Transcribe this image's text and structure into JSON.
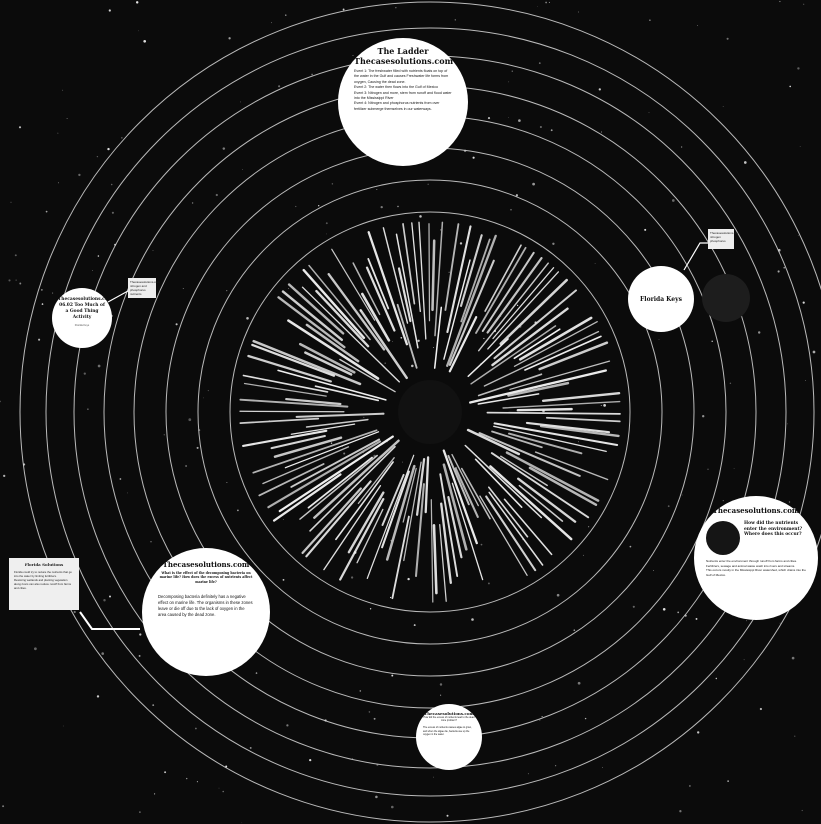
{
  "colors": {
    "background": "#0b0b0b",
    "orbit": "#d9d9d9",
    "bubble": "#ffffff",
    "ink": "#111111"
  },
  "top_bubble": {
    "title": "The Ladder\nThecasesolutions.com",
    "body": "Event 1: The freshwater filled with nutrients floats on top of the water in the Gulf and causes Freshwater life forms from oxygen, Causing the dead zone.\nEvent 2: The water then flows into the Gulf of Mexico\nEvent 3: Nitrogen and more, stem from runoff and flood water into the Mississippi River\nEvent 4: Nitrogen and phosphorus nutrients from over fertilizer submerge themselves in our waterways."
  },
  "left_bubble": {
    "title": "Thecasesolutions.com\n06.02 Too Much of a Good Thing Activity",
    "subtitle": "Florida Keys"
  },
  "left_note": {
    "text": "Thecasesolutions.com\nnitrogen and\nphosphorus\nnutrients"
  },
  "right_bubble": {
    "title": "Florida Keys"
  },
  "right_note": {
    "text": "Thecasesolutions.com\nnitrogen\nphosphorus"
  },
  "lower_right_bubble": {
    "title": "Thecasesolutions.com",
    "question": "How did the nutrients enter the environment? Where does this occur?",
    "body": "Nutrients enter the environment through runoff from farms and cities. Fertilizers, sewage and animal waste wash into rivers and streams.\nThis occurs mostly in the Mississippi River watershed, which drains into the Gulf of Mexico."
  },
  "lower_left_bubble": {
    "title": "Thecasesolutions.com",
    "question": "What is the effect of the decomposing bacteria on marine life? How does the excess of nutrients affect marine life?",
    "body": "Decomposing bacteria definitely has a negative effect on marine life. The organisms in these zones leave or die off due to the lack of oxygen in the area caused by the dead zone."
  },
  "left_white_note": {
    "title": "Florida Solutions",
    "body": "Florida could try to reduce the nutrients that go into the water by limiting fertilizers.\nRestoring wetlands and planting vegetation along rivers can also reduce runoff from farms and cities."
  },
  "bottom_bubble": {
    "title": "Thecasesolutions.com",
    "question": "How did the excess of nutrients lead to the dead zone problem?",
    "body": "The excess of nutrients causes algae to grow, and when the algae die, bacteria use up the oxygen in the water."
  }
}
